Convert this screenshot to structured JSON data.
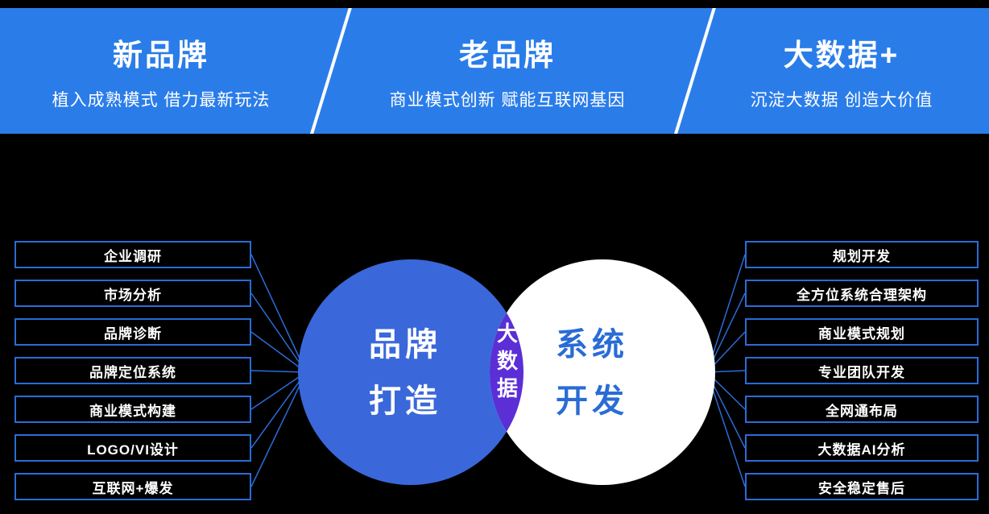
{
  "banner": {
    "sections": [
      {
        "title": "新品牌",
        "subtitle": "植入成熟模式 借力最新玩法"
      },
      {
        "title": "老品牌",
        "subtitle": "商业模式创新 赋能互联网基因"
      },
      {
        "title": "大数据+",
        "subtitle": "沉淀大数据 创造大价值"
      }
    ]
  },
  "venn": {
    "left_circle": {
      "line1": "品牌",
      "line2": "打造"
    },
    "overlap": {
      "label": "大数据"
    },
    "right_circle": {
      "line1": "系统",
      "line2": "开发"
    }
  },
  "left_items": [
    {
      "label": "企业调研"
    },
    {
      "label": "市场分析"
    },
    {
      "label": "品牌诊断"
    },
    {
      "label": "品牌定位系统"
    },
    {
      "label": "商业模式构建"
    },
    {
      "label": "LOGO/VI设计"
    },
    {
      "label": "互联网+爆发"
    }
  ],
  "right_items": [
    {
      "label": "规划开发"
    },
    {
      "label": "全方位系统合理架构"
    },
    {
      "label": "商业模式规划"
    },
    {
      "label": "专业团队开发"
    },
    {
      "label": "全网通布局"
    },
    {
      "label": "大数据AI分析"
    },
    {
      "label": "安全稳定售后"
    }
  ],
  "colors": {
    "banner_blue": "#2a7de9",
    "circle_blue": "#3a68da",
    "overlap_purple": "#5b2ed6",
    "line_blue": "#2a6cd5"
  }
}
